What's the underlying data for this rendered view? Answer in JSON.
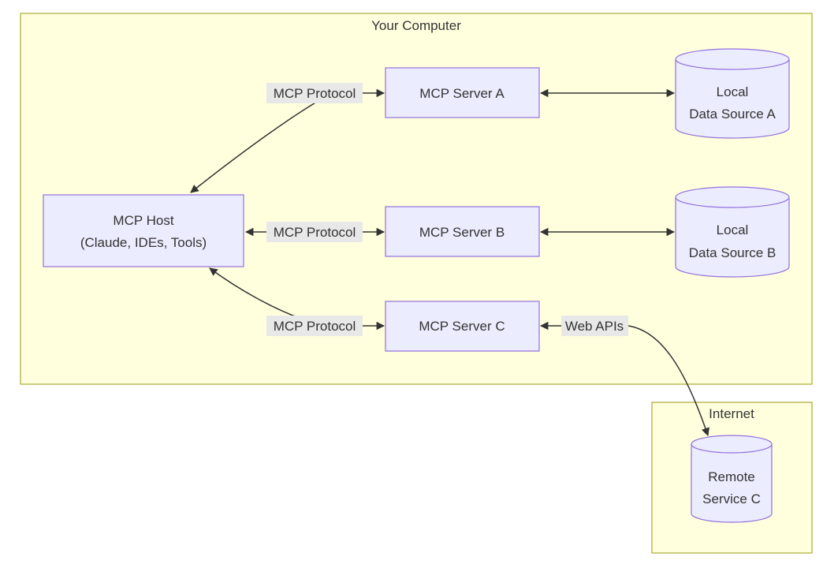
{
  "clusters": {
    "computer": {
      "title": "Your Computer"
    },
    "internet": {
      "title": "Internet"
    }
  },
  "nodes": {
    "host": {
      "line1": "MCP Host",
      "line2": "(Claude, IDEs, Tools)"
    },
    "server_a": {
      "label": "MCP Server A"
    },
    "server_b": {
      "label": "MCP Server B"
    },
    "server_c": {
      "label": "MCP Server C"
    },
    "data_a": {
      "line1": "Local",
      "line2": "Data Source A"
    },
    "data_b": {
      "line1": "Local",
      "line2": "Data Source B"
    },
    "remote_c": {
      "line1": "Remote",
      "line2": "Service C"
    }
  },
  "edge_labels": {
    "host_a": "MCP Protocol",
    "host_b": "MCP Protocol",
    "host_c": "MCP Protocol",
    "c_remote": "Web APIs"
  },
  "colors": {
    "cluster_fill": "#ffffde",
    "cluster_stroke": "#aaaa33",
    "node_fill": "#ececff",
    "node_stroke": "#9370db",
    "edge": "#333333",
    "edge_label_bg": "#e8e8e8"
  }
}
